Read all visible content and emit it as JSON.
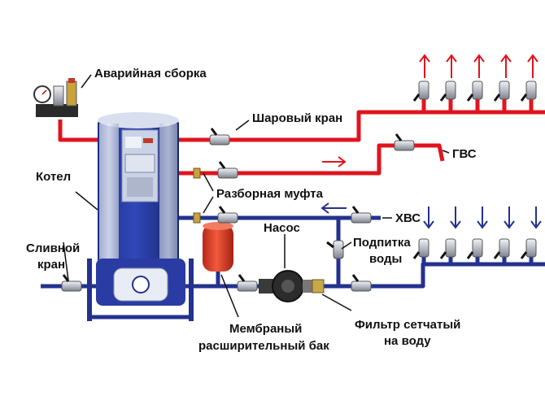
{
  "colors": {
    "hot_pipe": "#e0141e",
    "cold_pipe": "#23318f",
    "boiler_body": "#22349a",
    "boiler_panel": "#c9d2e6",
    "tank": "#e8402a",
    "valve_metal": "#b8bcc4",
    "valve_handle": "#1a1a1a"
  },
  "labels": {
    "emergency_group": "Аварийная сборка",
    "boiler": "Котел",
    "ball_valve": "Шаровый кран",
    "hot_water": "ГВС",
    "coupling": "Разборная муфта",
    "cold_water": "ХВС",
    "drain_valve_line1": "Сливной",
    "drain_valve_line2": "кран",
    "pump": "Насос",
    "makeup_line1": "Подпитка",
    "makeup_line2": "воды",
    "tank_line1": "Мембраный",
    "tank_line2": "расширительный бак",
    "filter_line1": "Фильтр сетчатый",
    "filter_line2": "на воду"
  },
  "icons": {
    "up_arrow": "arrow-up-icon",
    "down_arrow": "arrow-down-icon",
    "ball_valve": "ball-valve-icon",
    "coupling": "coupling-icon",
    "pump": "pump-icon",
    "manometer": "manometer-icon"
  }
}
